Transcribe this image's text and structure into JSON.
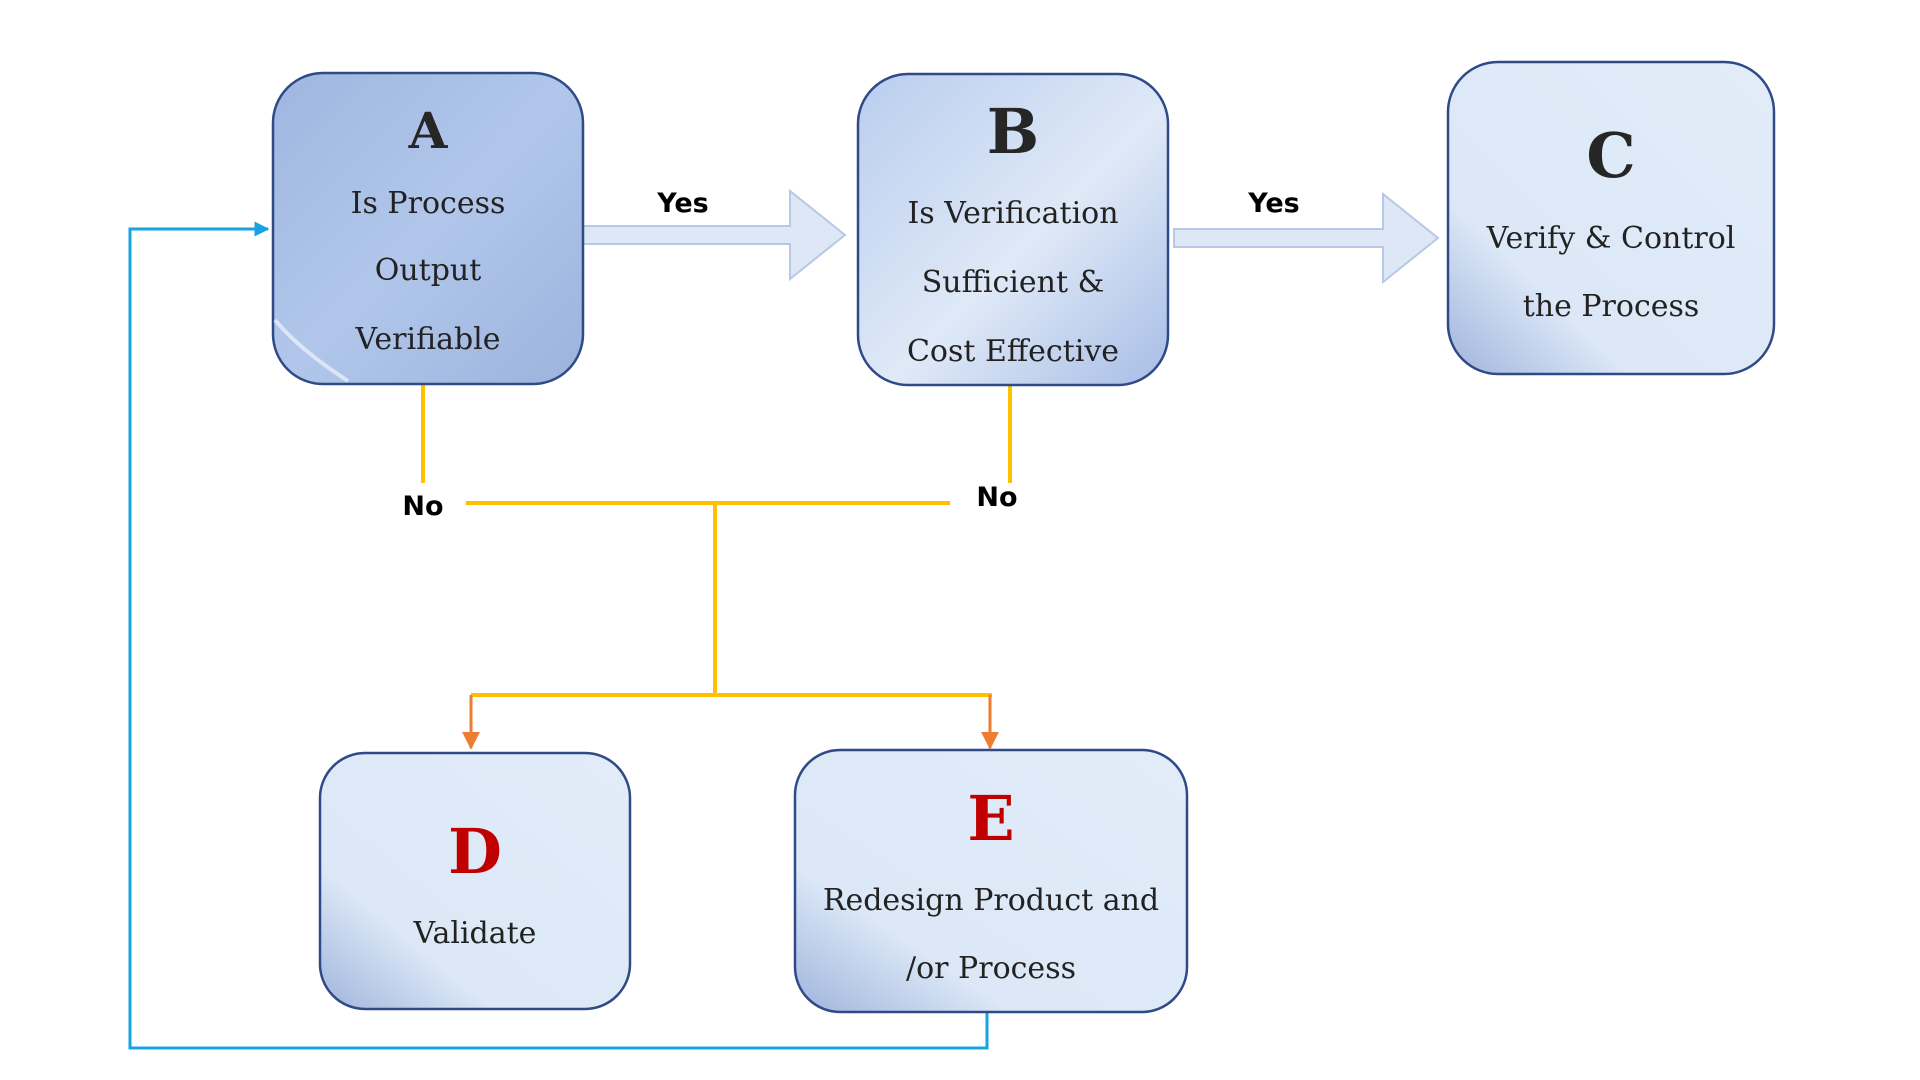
{
  "nodes": {
    "a": {
      "letter": "A",
      "lines": [
        "Is Process",
        "Output",
        "Verifiable"
      ]
    },
    "b": {
      "letter": "B",
      "lines": [
        "Is Verification",
        "Sufficient &",
        "Cost Effective"
      ]
    },
    "c": {
      "letter": "C",
      "lines": [
        "Verify & Control",
        "the Process"
      ]
    },
    "d": {
      "letter": "D",
      "lines": [
        "Validate"
      ]
    },
    "e": {
      "letter": "E",
      "lines": [
        "Redesign Product and",
        "/or Process"
      ]
    }
  },
  "edges": {
    "a_to_b": "Yes",
    "b_to_c": "Yes",
    "a_no": "No",
    "b_no": "No"
  },
  "colors": {
    "node_fill_light": "#e0ebf8",
    "node_fill_strong": "#aec4e8",
    "node_border": "#2f4a86",
    "arrow_fill": "#dde7f6",
    "arrow_stroke": "#b7c8e6",
    "no_branch_line": "#ffc000",
    "branch_arrow": "#ed7d31",
    "feedback_line": "#1aa3e2",
    "letter_dark": "#262626",
    "letter_red": "#c00000"
  }
}
